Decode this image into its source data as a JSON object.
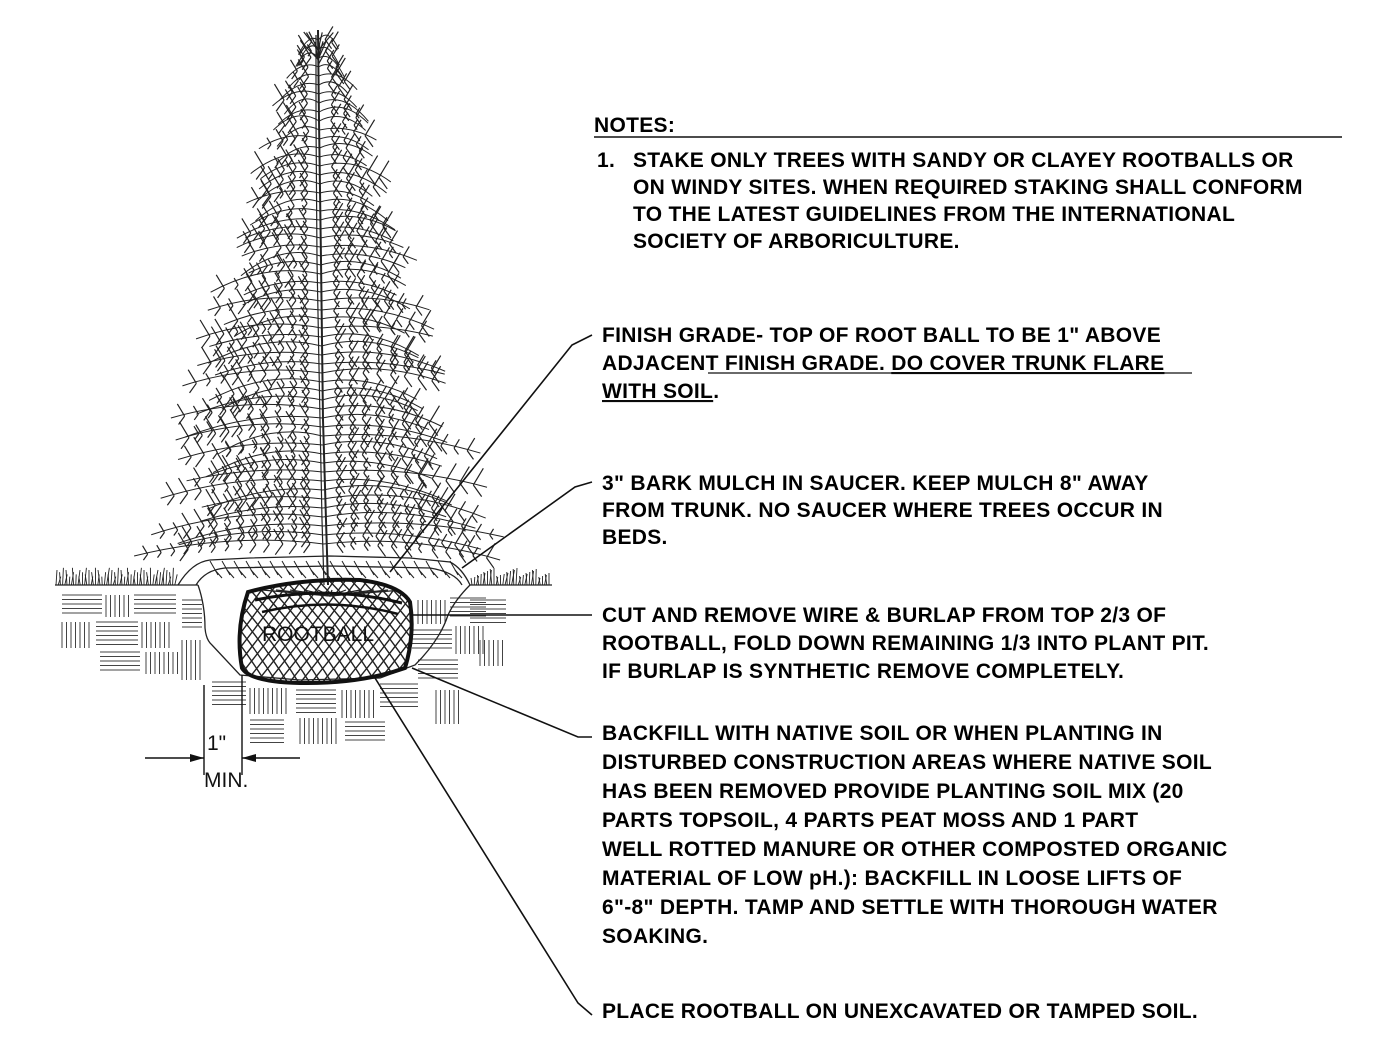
{
  "notes": {
    "heading": "NOTES:",
    "items": [
      {
        "number": "1.",
        "lines": [
          "STAKE ONLY TREES WITH SANDY OR CLAYEY ROOTBALLS OR",
          "ON WINDY SITES.  WHEN REQUIRED STAKING SHALL CONFORM",
          "TO THE LATEST GUIDELINES FROM THE INTERNATIONAL",
          "SOCIETY OF ARBORICULTURE."
        ]
      }
    ]
  },
  "callouts": {
    "finish_grade": {
      "line1": "FINISH GRADE- TOP OF ROOT BALL TO BE  1\" ABOVE",
      "line2_plain": "ADJACENT FINISH GRADE. ",
      "line2_underlined": "DO COVER TRUNK FLARE",
      "line3_underlined": "WITH SOIL",
      "line3_end": "."
    },
    "mulch": {
      "lines": [
        "3\" BARK MULCH IN SAUCER.  KEEP MULCH 8\" AWAY",
        "FROM TRUNK.  NO SAUCER WHERE TREES  OCCUR IN",
        "BEDS."
      ]
    },
    "burlap": {
      "lines": [
        "CUT AND REMOVE WIRE & BURLAP FROM TOP 2/3 OF",
        "ROOTBALL, FOLD DOWN REMAINING 1/3 INTO PLANT PIT.",
        "IF BURLAP IS SYNTHETIC REMOVE COMPLETELY."
      ]
    },
    "backfill": {
      "lines": [
        "BACKFILL WITH NATIVE SOIL OR WHEN PLANTING IN",
        "DISTURBED CONSTRUCTION AREAS WHERE NATIVE SOIL",
        "HAS BEEN REMOVED PROVIDE PLANTING SOIL MIX (20",
        "PARTS TOPSOIL, 4 PARTS PEAT MOSS AND 1 PART",
        "WELL ROTTED MANURE OR OTHER COMPOSTED ORGANIC",
        "MATERIAL OF LOW pH.): BACKFILL IN LOOSE LIFTS OF",
        "6\"-8\" DEPTH. TAMP AND SETTLE WITH THOROUGH WATER",
        "SOAKING."
      ]
    },
    "base": {
      "lines": [
        "PLACE ROOTBALL ON UNEXCAVATED OR TAMPED SOIL."
      ]
    }
  },
  "drawing": {
    "rootball_label": "ROOTBALL",
    "dimension_value": "1\"",
    "dimension_note": "MIN."
  }
}
